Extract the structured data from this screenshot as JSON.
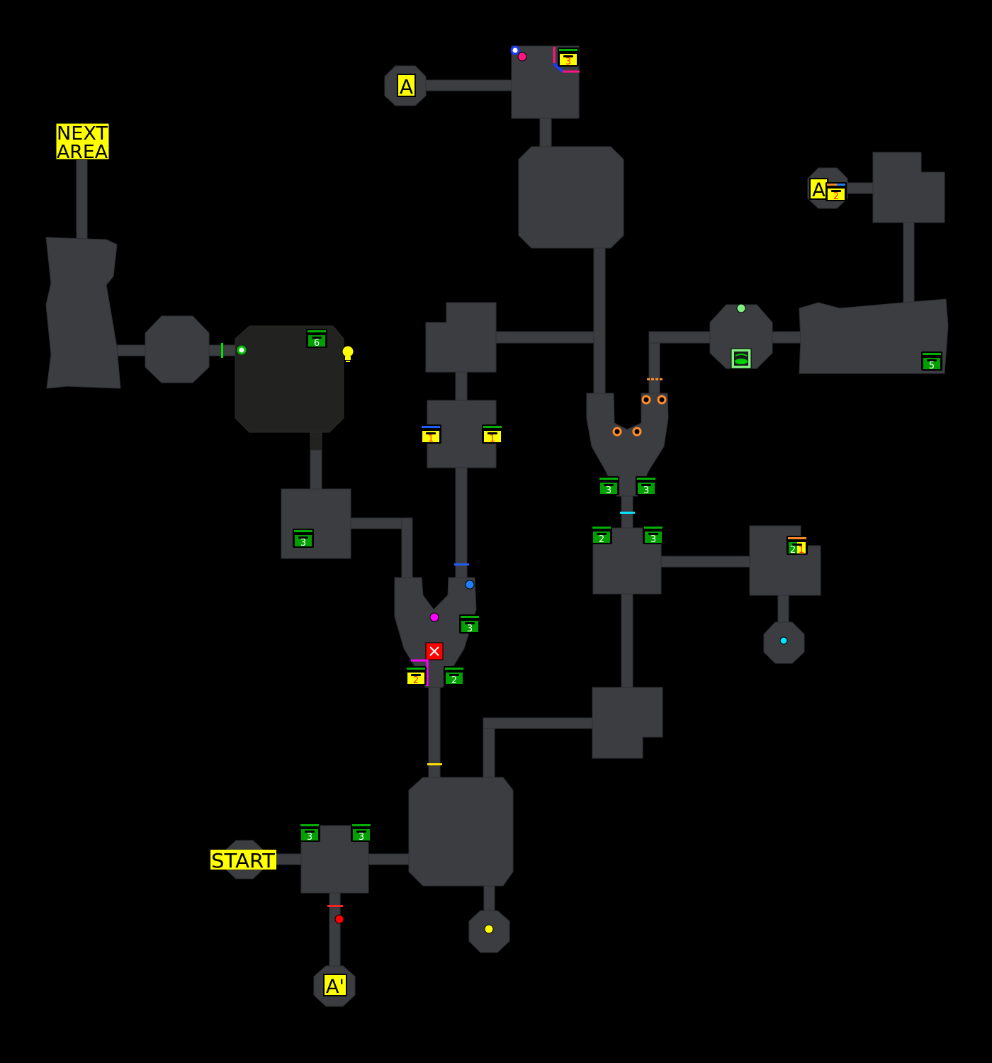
{
  "map": {
    "labels": {
      "next_area_line1": "NEXT",
      "next_area_line2": "AREA",
      "start": "START",
      "warp_a_top": "A",
      "warp_a_right": "A",
      "warp_a_prime": "A'"
    },
    "colors": {
      "floor": "#3c3d41",
      "dark_floor": "#222220",
      "label_bg": "#ffff00",
      "chest_green": "#00a000",
      "chest_yellow": "#ffff00",
      "accent_pink": "#ff1493",
      "accent_blue": "#1e60ff",
      "accent_orange": "#ff8c28",
      "accent_cyan": "#00e5ff",
      "accent_magenta": "#ff00ff",
      "accent_red": "#ff0000"
    },
    "chests": [
      {
        "number": "3",
        "color": "yellow"
      },
      {
        "number": "2",
        "color": "yellow"
      },
      {
        "number": "6",
        "color": "green"
      },
      {
        "number": "1",
        "color": "yellow"
      },
      {
        "number": "1",
        "color": "yellow"
      },
      {
        "number": "5",
        "color": "green"
      },
      {
        "number": "3",
        "color": "green"
      },
      {
        "number": "3",
        "color": "green"
      },
      {
        "number": "2",
        "color": "green"
      },
      {
        "number": "3",
        "color": "green"
      },
      {
        "number": "2",
        "color": "green",
        "number2": "1",
        "color2": "yellow"
      },
      {
        "number": "3",
        "color": "green"
      },
      {
        "number": "3",
        "color": "green"
      },
      {
        "number": "2",
        "color": "yellow"
      },
      {
        "number": "2",
        "color": "green"
      },
      {
        "number": "3",
        "color": "green"
      },
      {
        "number": "3",
        "color": "green"
      }
    ]
  }
}
